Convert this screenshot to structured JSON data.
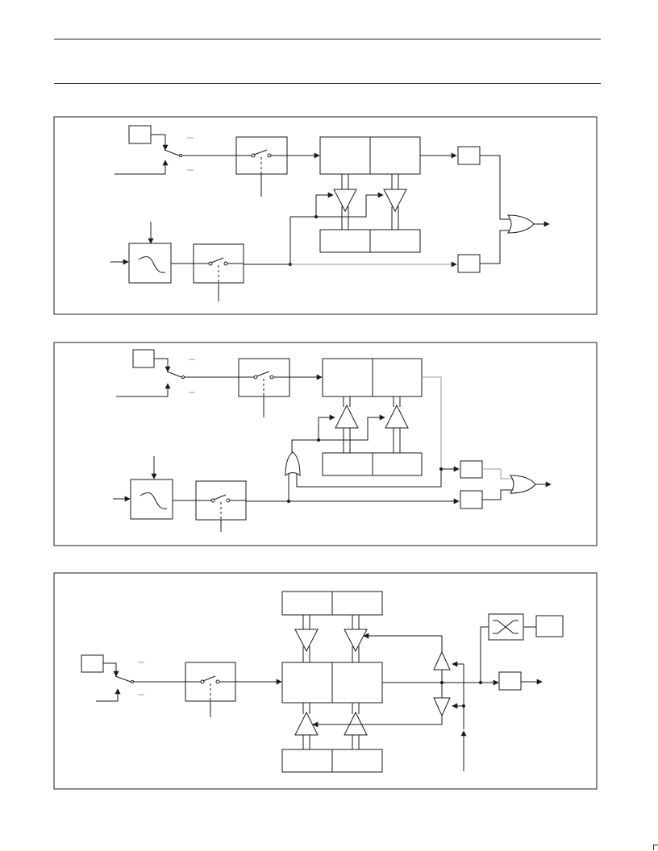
{
  "page": {
    "background": "#ffffff",
    "line_color": "#1a1a1a",
    "muted_line_color": "#9a9a9a"
  },
  "figures": [
    {
      "id": "figure-1",
      "description_text": ""
    },
    {
      "id": "figure-2",
      "description_text": ""
    },
    {
      "id": "figure-3",
      "description_text": ""
    }
  ]
}
